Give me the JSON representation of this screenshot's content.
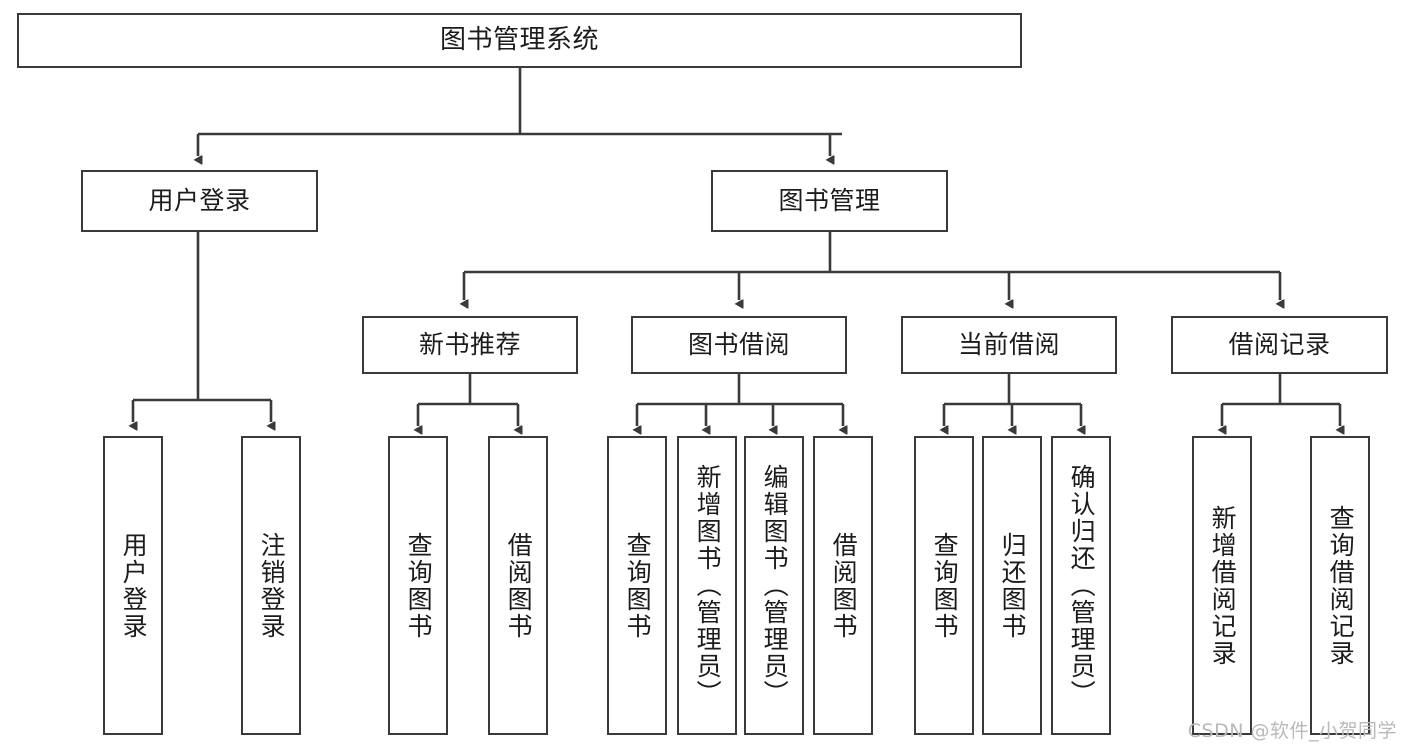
{
  "diagram": {
    "title": "图书管理系统",
    "type": "tree-hierarchy",
    "stroke_color": "#3a3a3a",
    "fill_color": "#ffffff",
    "text_color": "#1c1c1c",
    "watermark": "CSDN @软件_小贺同学"
  },
  "nodes": {
    "root": {
      "label": "图书管理系统"
    },
    "level1": [
      {
        "label": "用户登录"
      },
      {
        "label": "图书管理"
      }
    ],
    "level2": [
      {
        "label": "新书推荐"
      },
      {
        "label": "图书借阅"
      },
      {
        "label": "当前借阅"
      },
      {
        "label": "借阅记录"
      }
    ],
    "leaves_user_login": [
      {
        "label": "用户登录"
      },
      {
        "label": "注销登录"
      }
    ],
    "leaves_new_book": [
      {
        "label": "查询图书"
      },
      {
        "label": "借阅图书"
      }
    ],
    "leaves_borrow": [
      {
        "label": "查询图书"
      },
      {
        "label": "新增图书（管理员）"
      },
      {
        "label": "编辑图书（管理员）"
      },
      {
        "label": "借阅图书"
      }
    ],
    "leaves_current": [
      {
        "label": "查询图书"
      },
      {
        "label": "归还图书"
      },
      {
        "label": "确认归还（管理员）"
      }
    ],
    "leaves_records": [
      {
        "label": "新增借阅记录"
      },
      {
        "label": "查询借阅记录"
      }
    ]
  }
}
